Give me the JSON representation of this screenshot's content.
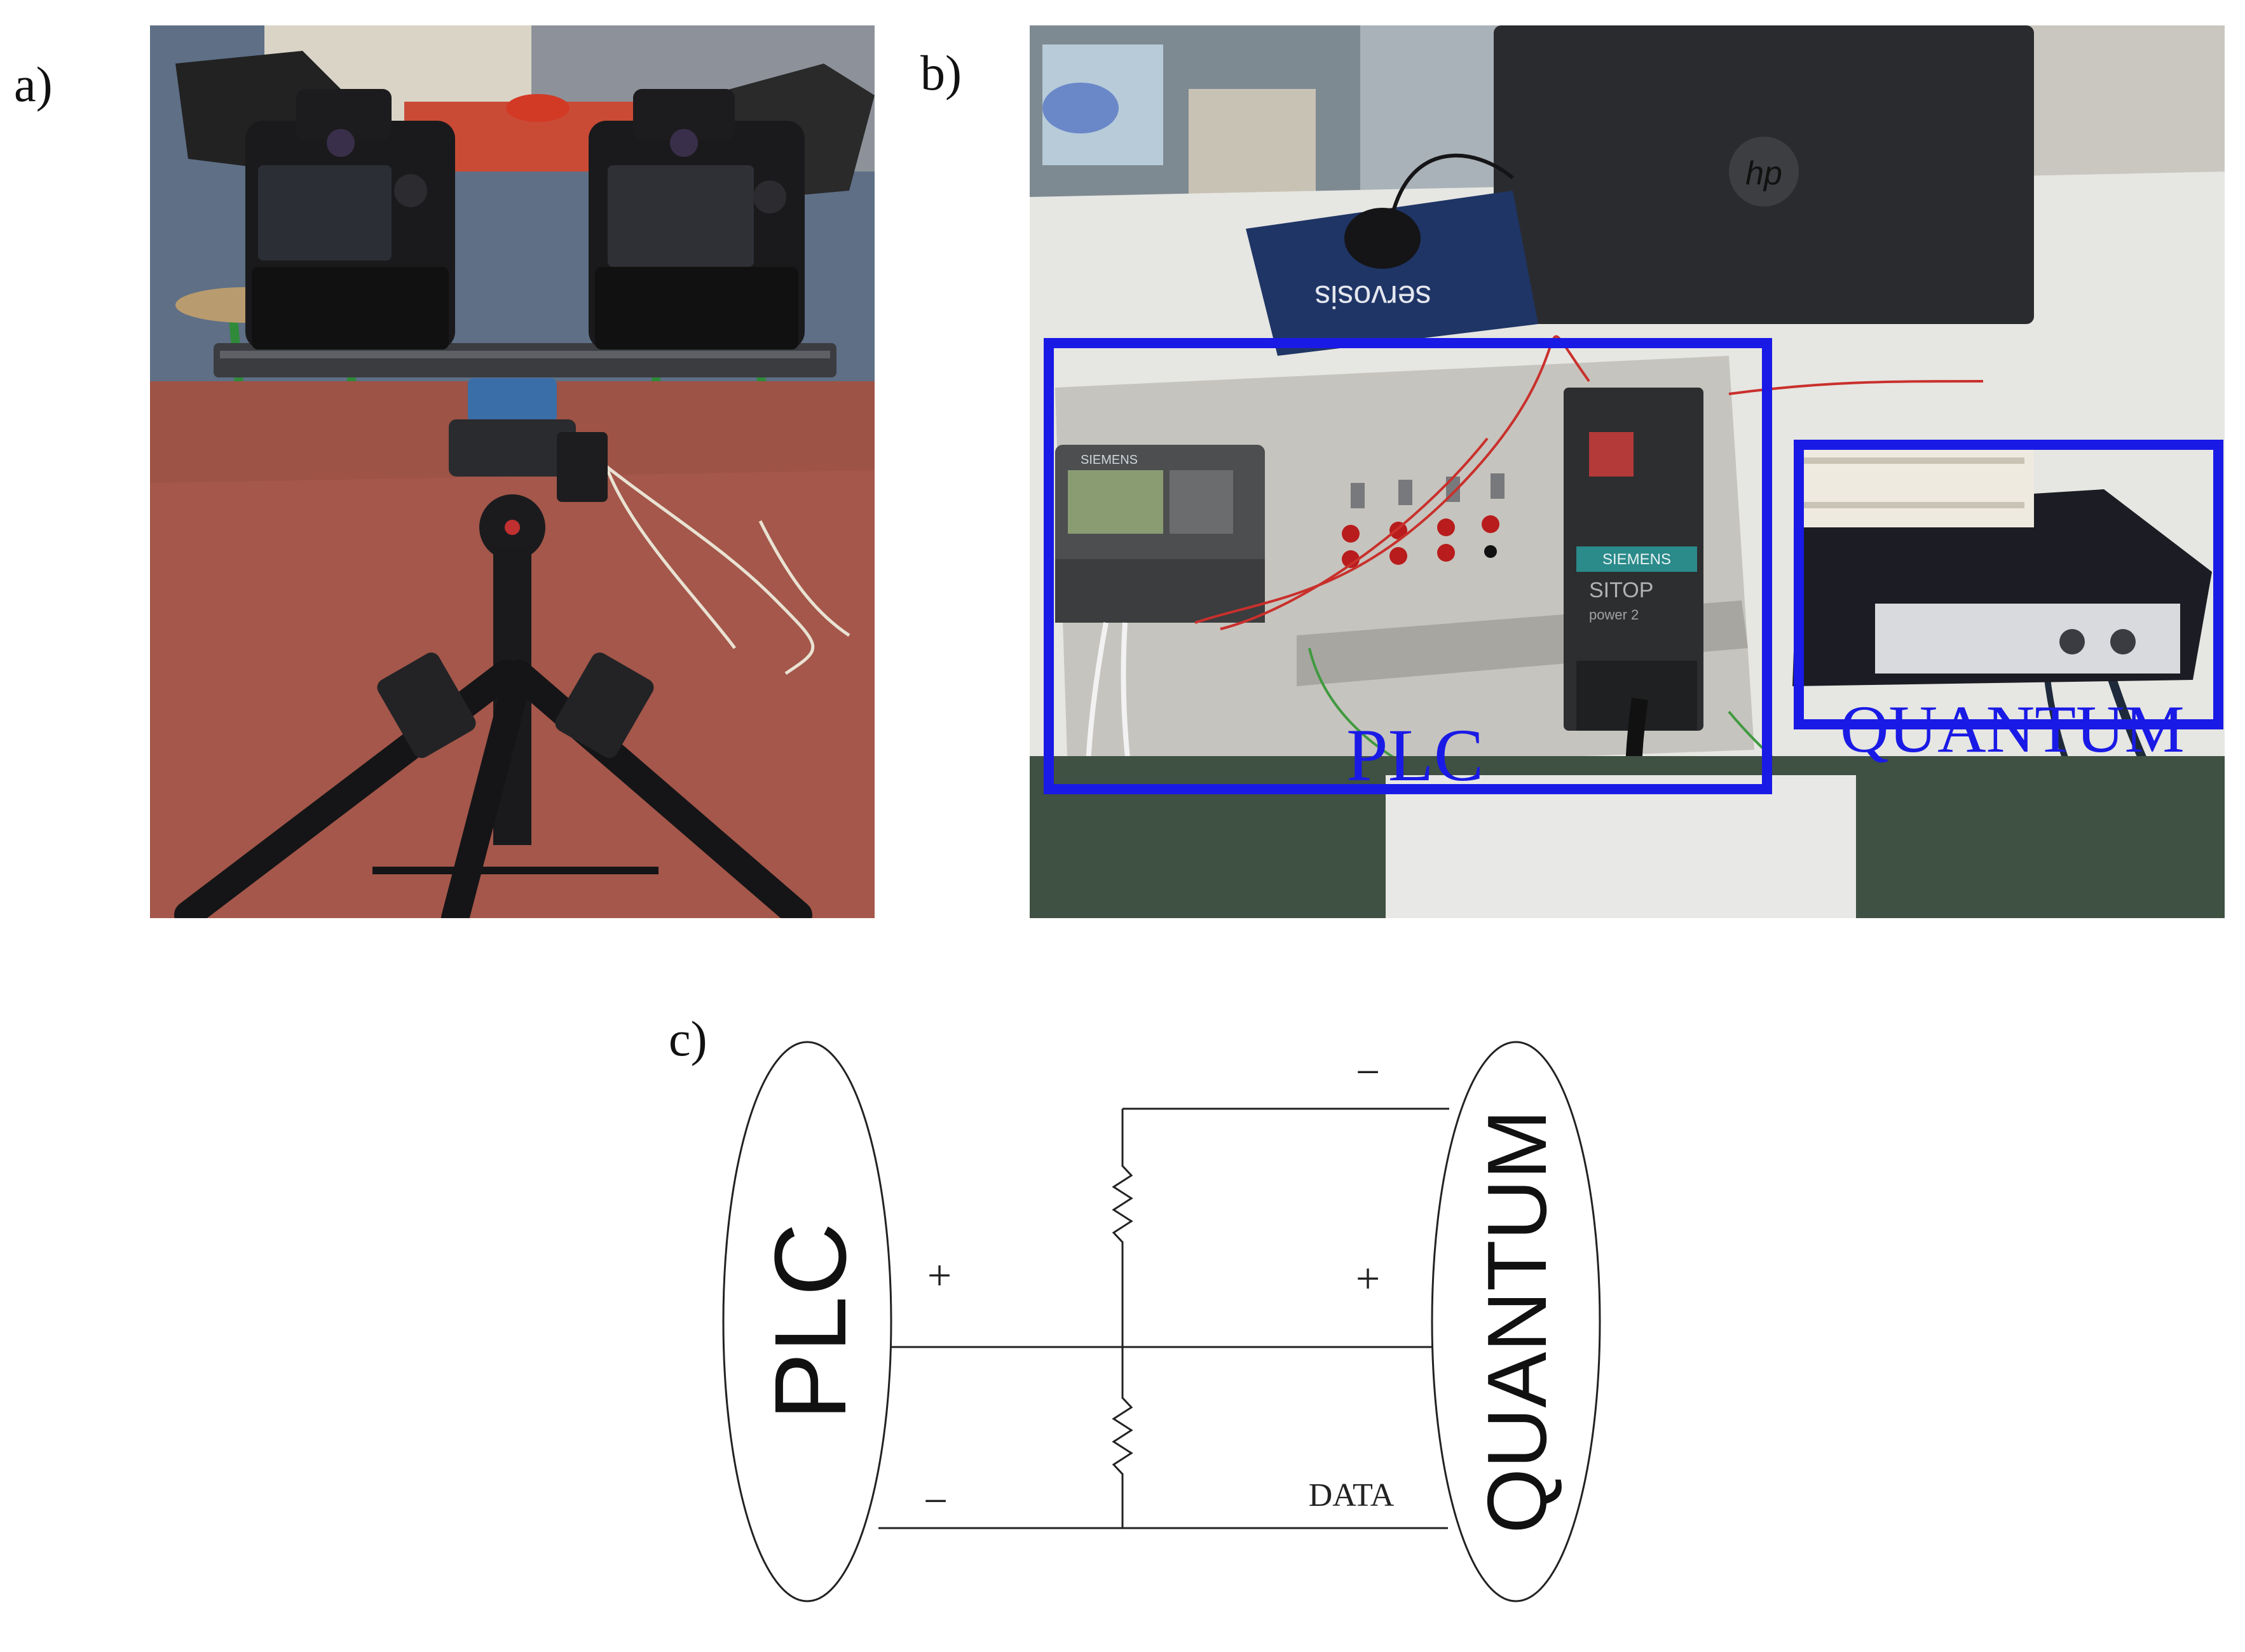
{
  "panels": {
    "a": {
      "label": "a)"
    },
    "b": {
      "label": "b)",
      "box_color": "#1a1ae6",
      "boxes": {
        "plc": "PLC",
        "quantum": "QUANTUM"
      },
      "photo_text": {
        "laptop_logo": "hp",
        "mousepad": "servosis",
        "psu_brand": "SIEMENS",
        "psu_model": "SITOP",
        "psu_sub": "power 2",
        "plc_brand": "SIEMENS"
      }
    },
    "c": {
      "label": "c)",
      "left_node": "PLC",
      "right_node": "QUANTUM",
      "plus_left": "+",
      "minus_left": "−",
      "plus_right": "+",
      "minus_right": "−",
      "data_label": "DATA"
    }
  }
}
